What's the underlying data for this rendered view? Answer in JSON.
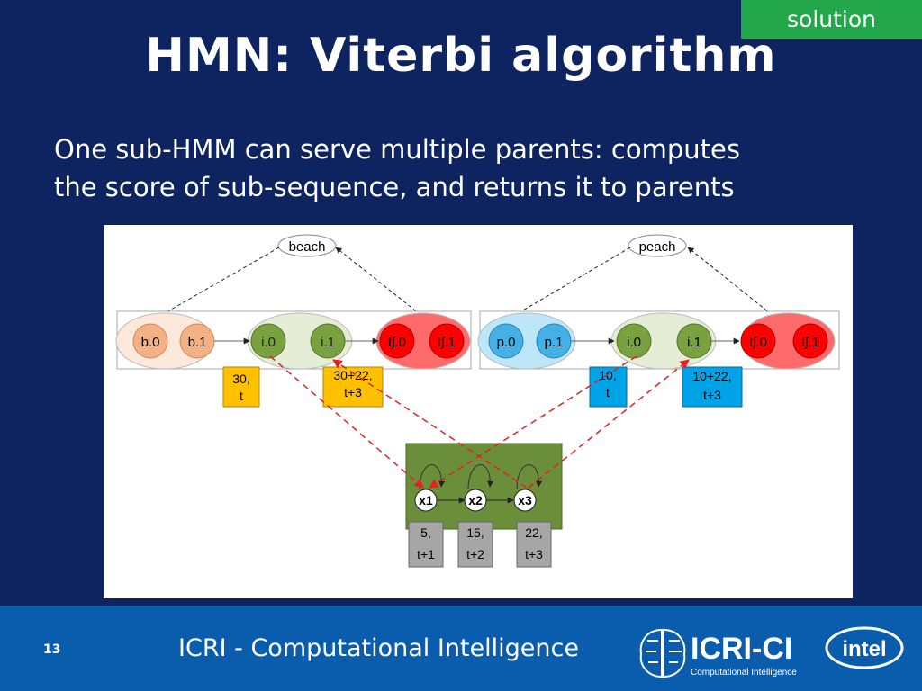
{
  "slide": {
    "badge": "solution",
    "title": "HMN: Viterbi algorithm",
    "subtitle_line1": "One sub-HMM can serve multiple parents: computes",
    "subtitle_line2": "the score of sub-sequence, and returns it to parents",
    "page_number": "13",
    "footer_text": "ICRI - Computational Intelligence"
  },
  "diagram": {
    "parents": [
      {
        "label": "beach"
      },
      {
        "label": "peach"
      }
    ],
    "left_states": [
      "b.0",
      "b.1",
      "i.0",
      "i.1",
      "tʃ.0",
      "tʃ.1"
    ],
    "right_states": [
      "p.0",
      "p.1",
      "i.0",
      "i.1",
      "tʃ.0",
      "tʃ.1"
    ],
    "left_scores": [
      [
        "30,",
        "t"
      ],
      [
        "30+22,",
        "t+3"
      ]
    ],
    "right_scores": [
      [
        "10,",
        "t"
      ],
      [
        "10+22,",
        "t+3"
      ]
    ],
    "sub_states": [
      "x1",
      "x2",
      "x3"
    ],
    "sub_scores": [
      [
        "5,",
        "t+1"
      ],
      [
        "15,",
        "t+2"
      ],
      [
        "22,",
        "t+3"
      ]
    ]
  },
  "colors": {
    "background": "#0d2461",
    "badge": "#22a84a",
    "footer": "#0a5cad",
    "b_states": "#f4b183",
    "i_states": "#7aa13f",
    "t_states": "#ff0000",
    "p_states": "#45b0e5",
    "orange_score": "#ffc000",
    "blue_score": "#00a2e8",
    "sub_hmm": "#6b8e3a",
    "gray_score": "#a6a6a6",
    "arrow_red": "#e52222"
  },
  "logo": {
    "name": "ICRI-CI",
    "tagline": "Computational Intelligence",
    "brand": "intel"
  }
}
